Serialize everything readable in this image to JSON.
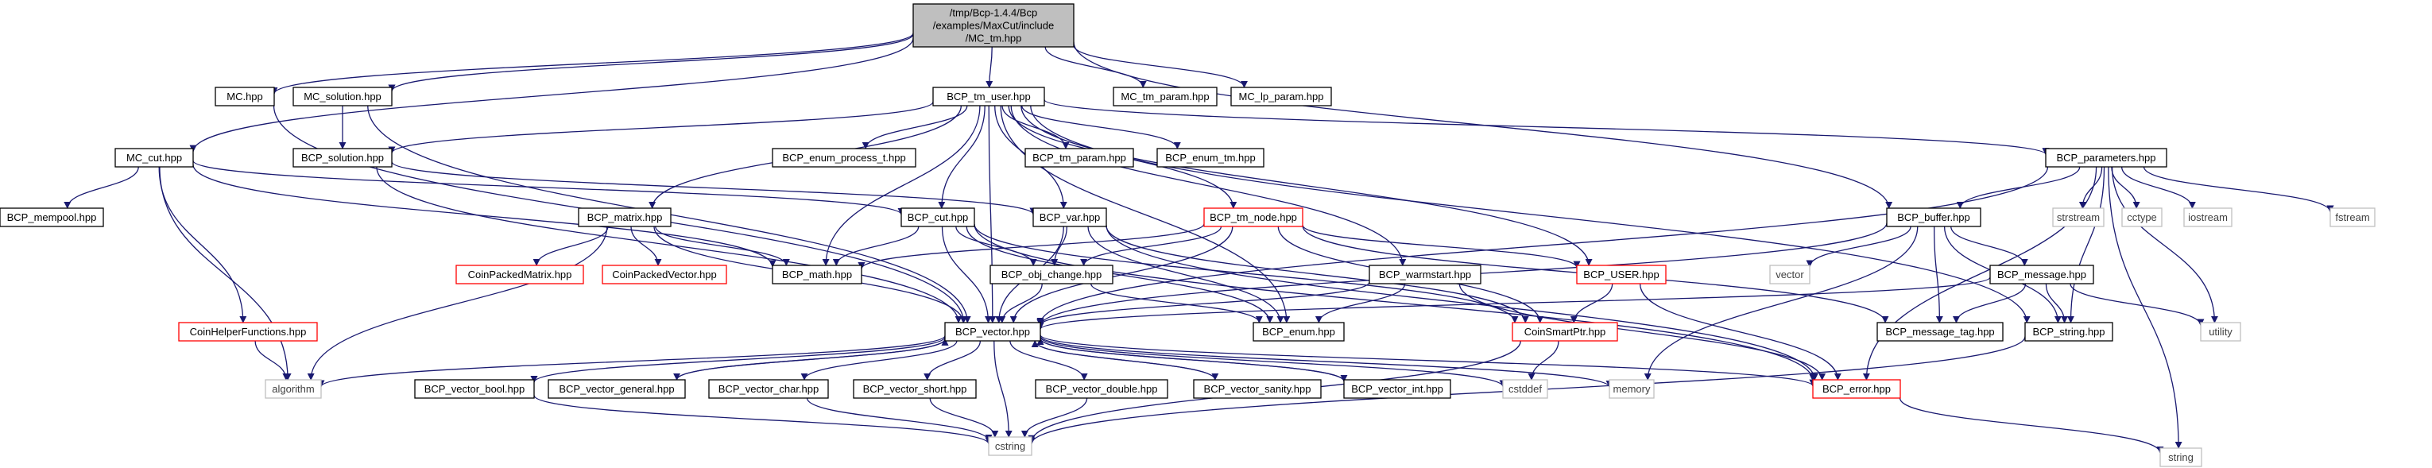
{
  "colors": {
    "edge": "#191970",
    "root_fill": "#bfbfbf",
    "box_border_black": "#000000",
    "box_border_red": "#ff0000",
    "box_border_grey": "#bfbfbf",
    "text_black": "#000000",
    "text_grey": "#404040"
  },
  "root": {
    "name": "root",
    "style": "root",
    "lines": [
      "/tmp/Bcp-1.4.4/Bcp",
      "/examples/MaxCut/include",
      "/MC_tm.hpp"
    ]
  },
  "nodes": [
    {
      "name": "MC.hpp",
      "style": "black"
    },
    {
      "name": "MC_solution.hpp",
      "style": "black"
    },
    {
      "name": "BCP_tm_user.hpp",
      "style": "black"
    },
    {
      "name": "MC_tm_param.hpp",
      "style": "black"
    },
    {
      "name": "MC_lp_param.hpp",
      "style": "black"
    },
    {
      "name": "MC_cut.hpp",
      "style": "black"
    },
    {
      "name": "BCP_solution.hpp",
      "style": "black"
    },
    {
      "name": "BCP_enum_process_t.hpp",
      "style": "black"
    },
    {
      "name": "BCP_tm_param.hpp",
      "style": "black"
    },
    {
      "name": "BCP_enum_tm.hpp",
      "style": "black"
    },
    {
      "name": "BCP_parameters.hpp",
      "style": "black"
    },
    {
      "name": "BCP_mempool.hpp",
      "style": "black"
    },
    {
      "name": "BCP_matrix.hpp",
      "style": "black"
    },
    {
      "name": "BCP_cut.hpp",
      "style": "black"
    },
    {
      "name": "BCP_var.hpp",
      "style": "black"
    },
    {
      "name": "BCP_tm_node.hpp",
      "style": "red"
    },
    {
      "name": "BCP_buffer.hpp",
      "style": "black"
    },
    {
      "name": "strstream",
      "style": "grey"
    },
    {
      "name": "cctype",
      "style": "grey"
    },
    {
      "name": "iostream",
      "style": "grey"
    },
    {
      "name": "fstream",
      "style": "grey"
    },
    {
      "name": "CoinPackedMatrix.hpp",
      "style": "red"
    },
    {
      "name": "CoinPackedVector.hpp",
      "style": "red"
    },
    {
      "name": "BCP_math.hpp",
      "style": "black"
    },
    {
      "name": "BCP_obj_change.hpp",
      "style": "black"
    },
    {
      "name": "BCP_warmstart.hpp",
      "style": "black"
    },
    {
      "name": "BCP_USER.hpp",
      "style": "red"
    },
    {
      "name": "vector",
      "style": "grey"
    },
    {
      "name": "BCP_message.hpp",
      "style": "black"
    },
    {
      "name": "CoinHelperFunctions.hpp",
      "style": "red"
    },
    {
      "name": "BCP_vector.hpp",
      "style": "black"
    },
    {
      "name": "BCP_enum.hpp",
      "style": "black"
    },
    {
      "name": "CoinSmartPtr.hpp",
      "style": "red"
    },
    {
      "name": "BCP_message_tag.hpp",
      "style": "black"
    },
    {
      "name": "BCP_string.hpp",
      "style": "black"
    },
    {
      "name": "utility",
      "style": "grey"
    },
    {
      "name": "algorithm",
      "style": "grey"
    },
    {
      "name": "BCP_vector_bool.hpp",
      "style": "black"
    },
    {
      "name": "BCP_vector_general.hpp",
      "style": "black"
    },
    {
      "name": "BCP_vector_char.hpp",
      "style": "black"
    },
    {
      "name": "BCP_vector_short.hpp",
      "style": "black"
    },
    {
      "name": "BCP_vector_double.hpp",
      "style": "black"
    },
    {
      "name": "BCP_vector_sanity.hpp",
      "style": "black"
    },
    {
      "name": "BCP_vector_int.hpp",
      "style": "black"
    },
    {
      "name": "cstddef",
      "style": "grey"
    },
    {
      "name": "memory",
      "style": "grey"
    },
    {
      "name": "BCP_error.hpp",
      "style": "red"
    },
    {
      "name": "cstring",
      "style": "grey"
    },
    {
      "name": "string",
      "style": "grey"
    }
  ],
  "edges": [
    [
      "root",
      "MC.hpp"
    ],
    [
      "root",
      "MC_solution.hpp"
    ],
    [
      "root",
      "BCP_tm_user.hpp"
    ],
    [
      "root",
      "MC_tm_param.hpp"
    ],
    [
      "root",
      "MC_lp_param.hpp"
    ],
    [
      "root",
      "MC_cut.hpp"
    ],
    [
      "root",
      "BCP_buffer.hpp"
    ],
    [
      "MC.hpp",
      "BCP_vector.hpp"
    ],
    [
      "MC_solution.hpp",
      "BCP_solution.hpp"
    ],
    [
      "MC_solution.hpp",
      "BCP_vector.hpp"
    ],
    [
      "MC_cut.hpp",
      "BCP_mempool.hpp"
    ],
    [
      "MC_cut.hpp",
      "CoinHelperFunctions.hpp"
    ],
    [
      "MC_cut.hpp",
      "algorithm"
    ],
    [
      "MC_cut.hpp",
      "BCP_cut.hpp"
    ],
    [
      "MC_cut.hpp",
      "BCP_math.hpp"
    ],
    [
      "BCP_tm_user.hpp",
      "BCP_solution.hpp"
    ],
    [
      "BCP_tm_user.hpp",
      "BCP_enum_process_t.hpp"
    ],
    [
      "BCP_tm_user.hpp",
      "BCP_tm_param.hpp"
    ],
    [
      "BCP_tm_user.hpp",
      "BCP_enum_tm.hpp"
    ],
    [
      "BCP_tm_user.hpp",
      "BCP_parameters.hpp"
    ],
    [
      "BCP_tm_user.hpp",
      "BCP_matrix.hpp"
    ],
    [
      "BCP_tm_user.hpp",
      "BCP_cut.hpp"
    ],
    [
      "BCP_tm_user.hpp",
      "BCP_var.hpp"
    ],
    [
      "BCP_tm_user.hpp",
      "BCP_tm_node.hpp"
    ],
    [
      "BCP_tm_user.hpp",
      "BCP_warmstart.hpp"
    ],
    [
      "BCP_tm_user.hpp",
      "BCP_USER.hpp"
    ],
    [
      "BCP_tm_user.hpp",
      "BCP_string.hpp"
    ],
    [
      "BCP_tm_user.hpp",
      "BCP_math.hpp"
    ],
    [
      "BCP_tm_user.hpp",
      "BCP_vector.hpp"
    ],
    [
      "BCP_tm_user.hpp",
      "BCP_enum.hpp"
    ],
    [
      "BCP_solution.hpp",
      "BCP_vector.hpp"
    ],
    [
      "BCP_solution.hpp",
      "BCP_var.hpp"
    ],
    [
      "BCP_parameters.hpp",
      "BCP_buffer.hpp"
    ],
    [
      "BCP_parameters.hpp",
      "strstream"
    ],
    [
      "BCP_parameters.hpp",
      "cctype"
    ],
    [
      "BCP_parameters.hpp",
      "iostream"
    ],
    [
      "BCP_parameters.hpp",
      "fstream"
    ],
    [
      "BCP_parameters.hpp",
      "utility"
    ],
    [
      "BCP_parameters.hpp",
      "BCP_string.hpp"
    ],
    [
      "BCP_parameters.hpp",
      "BCP_error.hpp"
    ],
    [
      "BCP_parameters.hpp",
      "BCP_vector.hpp"
    ],
    [
      "BCP_parameters.hpp",
      "string"
    ],
    [
      "BCP_matrix.hpp",
      "CoinPackedMatrix.hpp"
    ],
    [
      "BCP_matrix.hpp",
      "CoinPackedVector.hpp"
    ],
    [
      "BCP_matrix.hpp",
      "BCP_math.hpp"
    ],
    [
      "BCP_matrix.hpp",
      "BCP_vector.hpp"
    ],
    [
      "BCP_matrix.hpp",
      "algorithm"
    ],
    [
      "BCP_cut.hpp",
      "BCP_math.hpp"
    ],
    [
      "BCP_cut.hpp",
      "BCP_obj_change.hpp"
    ],
    [
      "BCP_cut.hpp",
      "BCP_vector.hpp"
    ],
    [
      "BCP_cut.hpp",
      "BCP_enum.hpp"
    ],
    [
      "BCP_cut.hpp",
      "CoinSmartPtr.hpp"
    ],
    [
      "BCP_cut.hpp",
      "BCP_error.hpp"
    ],
    [
      "BCP_var.hpp",
      "BCP_obj_change.hpp"
    ],
    [
      "BCP_var.hpp",
      "BCP_vector.hpp"
    ],
    [
      "BCP_var.hpp",
      "BCP_enum.hpp"
    ],
    [
      "BCP_var.hpp",
      "CoinSmartPtr.hpp"
    ],
    [
      "BCP_var.hpp",
      "BCP_error.hpp"
    ],
    [
      "BCP_tm_node.hpp",
      "BCP_math.hpp"
    ],
    [
      "BCP_tm_node.hpp",
      "BCP_obj_change.hpp"
    ],
    [
      "BCP_tm_node.hpp",
      "BCP_vector.hpp"
    ],
    [
      "BCP_tm_node.hpp",
      "BCP_USER.hpp"
    ],
    [
      "BCP_tm_node.hpp",
      "CoinSmartPtr.hpp"
    ],
    [
      "BCP_tm_node.hpp",
      "BCP_message_tag.hpp"
    ],
    [
      "BCP_buffer.hpp",
      "vector"
    ],
    [
      "BCP_buffer.hpp",
      "BCP_message.hpp"
    ],
    [
      "BCP_buffer.hpp",
      "BCP_message_tag.hpp"
    ],
    [
      "BCP_buffer.hpp",
      "BCP_string.hpp"
    ],
    [
      "BCP_buffer.hpp",
      "memory"
    ],
    [
      "BCP_buffer.hpp",
      "BCP_vector.hpp"
    ],
    [
      "BCP_obj_change.hpp",
      "BCP_vector.hpp"
    ],
    [
      "BCP_obj_change.hpp",
      "BCP_enum.hpp"
    ],
    [
      "BCP_warmstart.hpp",
      "BCP_vector.hpp"
    ],
    [
      "BCP_warmstart.hpp",
      "BCP_enum.hpp"
    ],
    [
      "BCP_warmstart.hpp",
      "BCP_error.hpp"
    ],
    [
      "BCP_USER.hpp",
      "CoinSmartPtr.hpp"
    ],
    [
      "BCP_USER.hpp",
      "BCP_error.hpp"
    ],
    [
      "BCP_message.hpp",
      "BCP_message_tag.hpp"
    ],
    [
      "BCP_message.hpp",
      "BCP_string.hpp"
    ],
    [
      "BCP_message.hpp",
      "utility"
    ],
    [
      "BCP_message.hpp",
      "BCP_vector.hpp"
    ],
    [
      "BCP_string.hpp",
      "cstring"
    ],
    [
      "CoinHelperFunctions.hpp",
      "algorithm"
    ],
    [
      "CoinSmartPtr.hpp",
      "cstddef"
    ],
    [
      "CoinSmartPtr.hpp",
      "cstring"
    ],
    [
      "BCP_error.hpp",
      "string"
    ],
    [
      "BCP_vector.hpp",
      "algorithm"
    ],
    [
      "BCP_vector.hpp",
      "BCP_vector_bool.hpp"
    ],
    [
      "BCP_vector.hpp",
      "BCP_vector_general.hpp"
    ],
    [
      "BCP_vector.hpp",
      "BCP_vector_char.hpp"
    ],
    [
      "BCP_vector.hpp",
      "BCP_vector_short.hpp"
    ],
    [
      "BCP_vector.hpp",
      "BCP_vector_double.hpp"
    ],
    [
      "BCP_vector.hpp",
      "BCP_vector_sanity.hpp"
    ],
    [
      "BCP_vector.hpp",
      "BCP_vector_int.hpp"
    ],
    [
      "BCP_vector.hpp",
      "cstddef"
    ],
    [
      "BCP_vector.hpp",
      "memory"
    ],
    [
      "BCP_vector.hpp",
      "BCP_error.hpp"
    ],
    [
      "BCP_vector.hpp",
      "cstring"
    ],
    [
      "BCP_vector_bool.hpp",
      "cstring"
    ],
    [
      "BCP_vector_char.hpp",
      "cstring"
    ],
    [
      "BCP_vector_short.hpp",
      "cstring"
    ],
    [
      "BCP_vector_double.hpp",
      "cstring"
    ],
    [
      "BCP_vector_sanity.hpp",
      "BCP_vector.hpp"
    ],
    [
      "BCP_vector_int.hpp",
      "BCP_vector.hpp"
    ],
    [
      "BCP_vector_general.hpp",
      "BCP_vector.hpp"
    ]
  ]
}
